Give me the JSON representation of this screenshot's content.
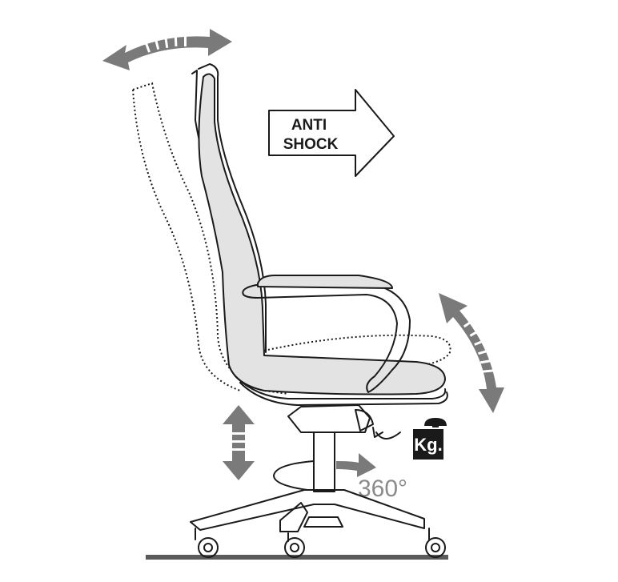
{
  "labels": {
    "anti_line1": "ANTI",
    "anti_line2": "SHOCK",
    "rotation": "360°",
    "weight": "Kg."
  },
  "colors": {
    "line": "#1a1a1a",
    "arrow": "#7a7a7a",
    "seat_fill": "#e3e3e3",
    "floor": "#5a5a5a"
  },
  "icons": {
    "backrest_tilt": "curved-double-arrow-icon",
    "seat_tilt": "curved-double-arrow-icon",
    "height": "vertical-double-arrow-icon",
    "rotation": "circular-arrow-icon",
    "tension": "rotate-knob-icon",
    "weight": "weight-icon",
    "anti_shock": "right-arrow-icon"
  }
}
